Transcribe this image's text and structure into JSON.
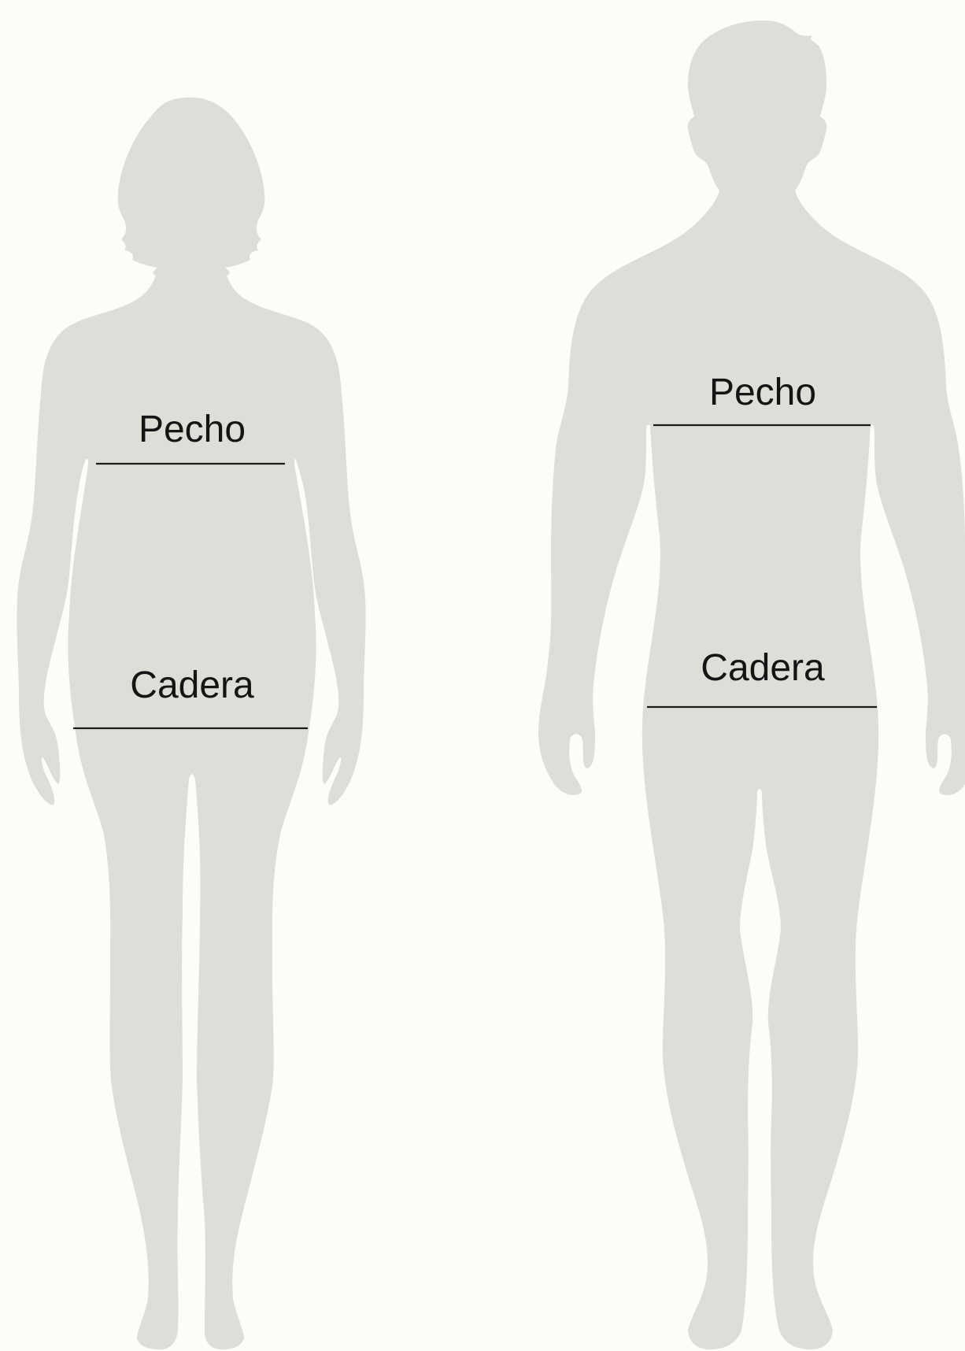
{
  "colors": {
    "background": "#fdfdf8",
    "silhouette": "#deded8",
    "line": "#1a1a1a",
    "text": "#141414"
  },
  "figures": [
    {
      "id": "female",
      "chest_label": "Pecho",
      "hip_label": "Cadera"
    },
    {
      "id": "male",
      "chest_label": "Pecho",
      "hip_label": "Cadera"
    }
  ]
}
